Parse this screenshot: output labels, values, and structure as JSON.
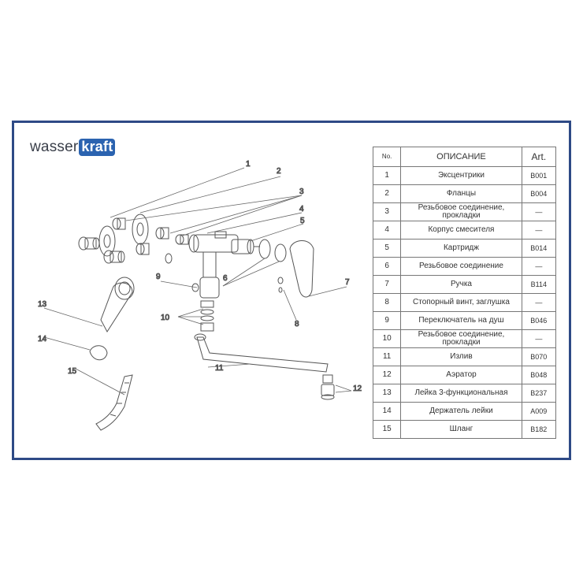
{
  "brand": {
    "prefix": "wasser",
    "suffix": "kraft"
  },
  "table": {
    "headers": {
      "num": "No.",
      "desc": "ОПИСАНИЕ",
      "art": "Art."
    },
    "rows": [
      {
        "num": "1",
        "desc": "Эксцентрики",
        "art": "B001"
      },
      {
        "num": "2",
        "desc": "Фланцы",
        "art": "B004"
      },
      {
        "num": "3",
        "desc": "Резьбовое соединение, прокладки",
        "art": "—"
      },
      {
        "num": "4",
        "desc": "Корпус смесителя",
        "art": "—"
      },
      {
        "num": "5",
        "desc": "Картридж",
        "art": "B014"
      },
      {
        "num": "6",
        "desc": "Резьбовое соединение",
        "art": "—"
      },
      {
        "num": "7",
        "desc": "Ручка",
        "art": "B114"
      },
      {
        "num": "8",
        "desc": "Стопорный винт, заглушка",
        "art": "—"
      },
      {
        "num": "9",
        "desc": "Переключатель на душ",
        "art": "B046"
      },
      {
        "num": "10",
        "desc": "Резьбовое соединение, прокладки",
        "art": "—"
      },
      {
        "num": "11",
        "desc": "Излив",
        "art": "B070"
      },
      {
        "num": "12",
        "desc": "Аэратор",
        "art": "B048"
      },
      {
        "num": "13",
        "desc": "Лейка 3-функциональная",
        "art": "B237"
      },
      {
        "num": "14",
        "desc": "Держатель лейки",
        "art": "A009"
      },
      {
        "num": "15",
        "desc": "Шланг",
        "art": "B182"
      }
    ]
  },
  "callouts": [
    "1",
    "2",
    "3",
    "4",
    "5",
    "6",
    "7",
    "8",
    "9",
    "10",
    "11",
    "12",
    "13",
    "14",
    "15"
  ]
}
